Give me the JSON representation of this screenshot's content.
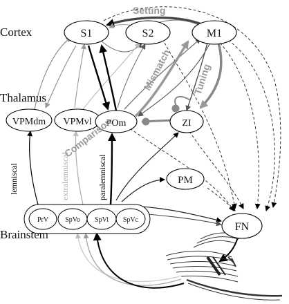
{
  "regions": {
    "cortex": "Cortex",
    "thalamus": "Thalamus",
    "brainstem": "Brainstem"
  },
  "nodes": {
    "s1": "S1",
    "s2": "S2",
    "m1": "M1",
    "vpmdm": "VPMdm",
    "vpmvl": "VPMvl",
    "pom": "POm",
    "zi": "ZI",
    "pm": "PM",
    "fn": "FN",
    "prv": "PrV",
    "spvo": "SpVo",
    "spvi": "SpVi",
    "spvc": "SpVc"
  },
  "pathways": {
    "lemniscal": "lemniscal",
    "extralemniscal": "extralemniscal",
    "paralemniscal": "paralemniscal"
  },
  "processes": {
    "setting": "Setting",
    "mismatch": "Mismatch",
    "tuning": "Tuning",
    "comparison": "Comparison"
  },
  "colors": {
    "black": "#000000",
    "dark_gray": "#555555",
    "gray": "#999999",
    "light_gray": "#c4c4c4",
    "node_fill": "#ffffff"
  }
}
